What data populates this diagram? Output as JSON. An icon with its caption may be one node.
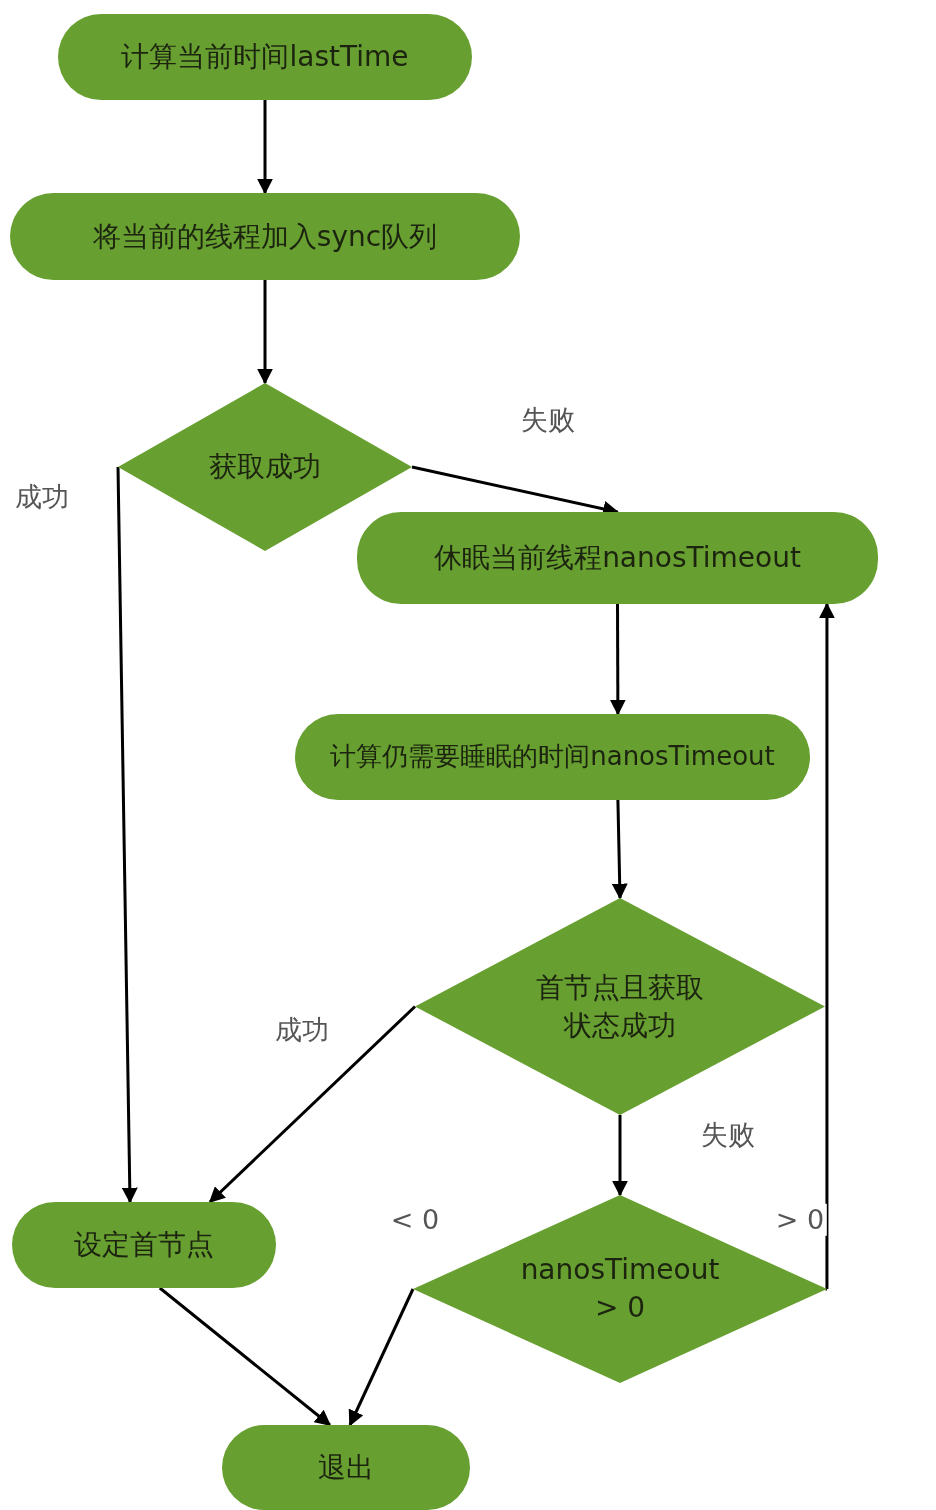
{
  "diagram": {
    "nodes": [
      {
        "text": [
          "计算当前时间lastTime"
        ]
      },
      {
        "text": [
          "将当前的线程加入sync队列"
        ]
      },
      {
        "text": [
          "获取成功"
        ]
      },
      {
        "text": [
          "休眠当前线程nanosTimeout"
        ]
      },
      {
        "text": [
          "计算仍需要睡眠的时间nanosTimeout"
        ]
      },
      {
        "text": [
          "首节点且获取状态成功"
        ]
      },
      {
        "text": [
          "设定首节点"
        ]
      },
      {
        "text": [
          "nanosTimeout > 0"
        ]
      },
      {
        "text": [
          "退出"
        ]
      }
    ],
    "edges": [
      {
        "from": 0,
        "to": 1,
        "arrow": "to"
      },
      {
        "from": 1,
        "to": 2,
        "arrow": "to"
      },
      {
        "from": 2,
        "to": 3,
        "arrow": "to",
        "label": "失败"
      },
      {
        "from": 2,
        "to": 6,
        "arrow": "to",
        "label": "成功"
      },
      {
        "from": 3,
        "to": 4,
        "arrow": "to"
      },
      {
        "from": 4,
        "to": 5,
        "arrow": "to"
      },
      {
        "from": 5,
        "to": 6,
        "arrow": "to",
        "label": "成功"
      },
      {
        "from": 5,
        "to": 7,
        "arrow": "to",
        "label": "失败"
      },
      {
        "from": 7,
        "to": 3,
        "arrow": "to",
        "label": "> 0"
      },
      {
        "from": 7,
        "to": 8,
        "arrow": "to",
        "label": "< 0"
      },
      {
        "from": 6,
        "to": 8,
        "arrow": "to"
      }
    ]
  }
}
